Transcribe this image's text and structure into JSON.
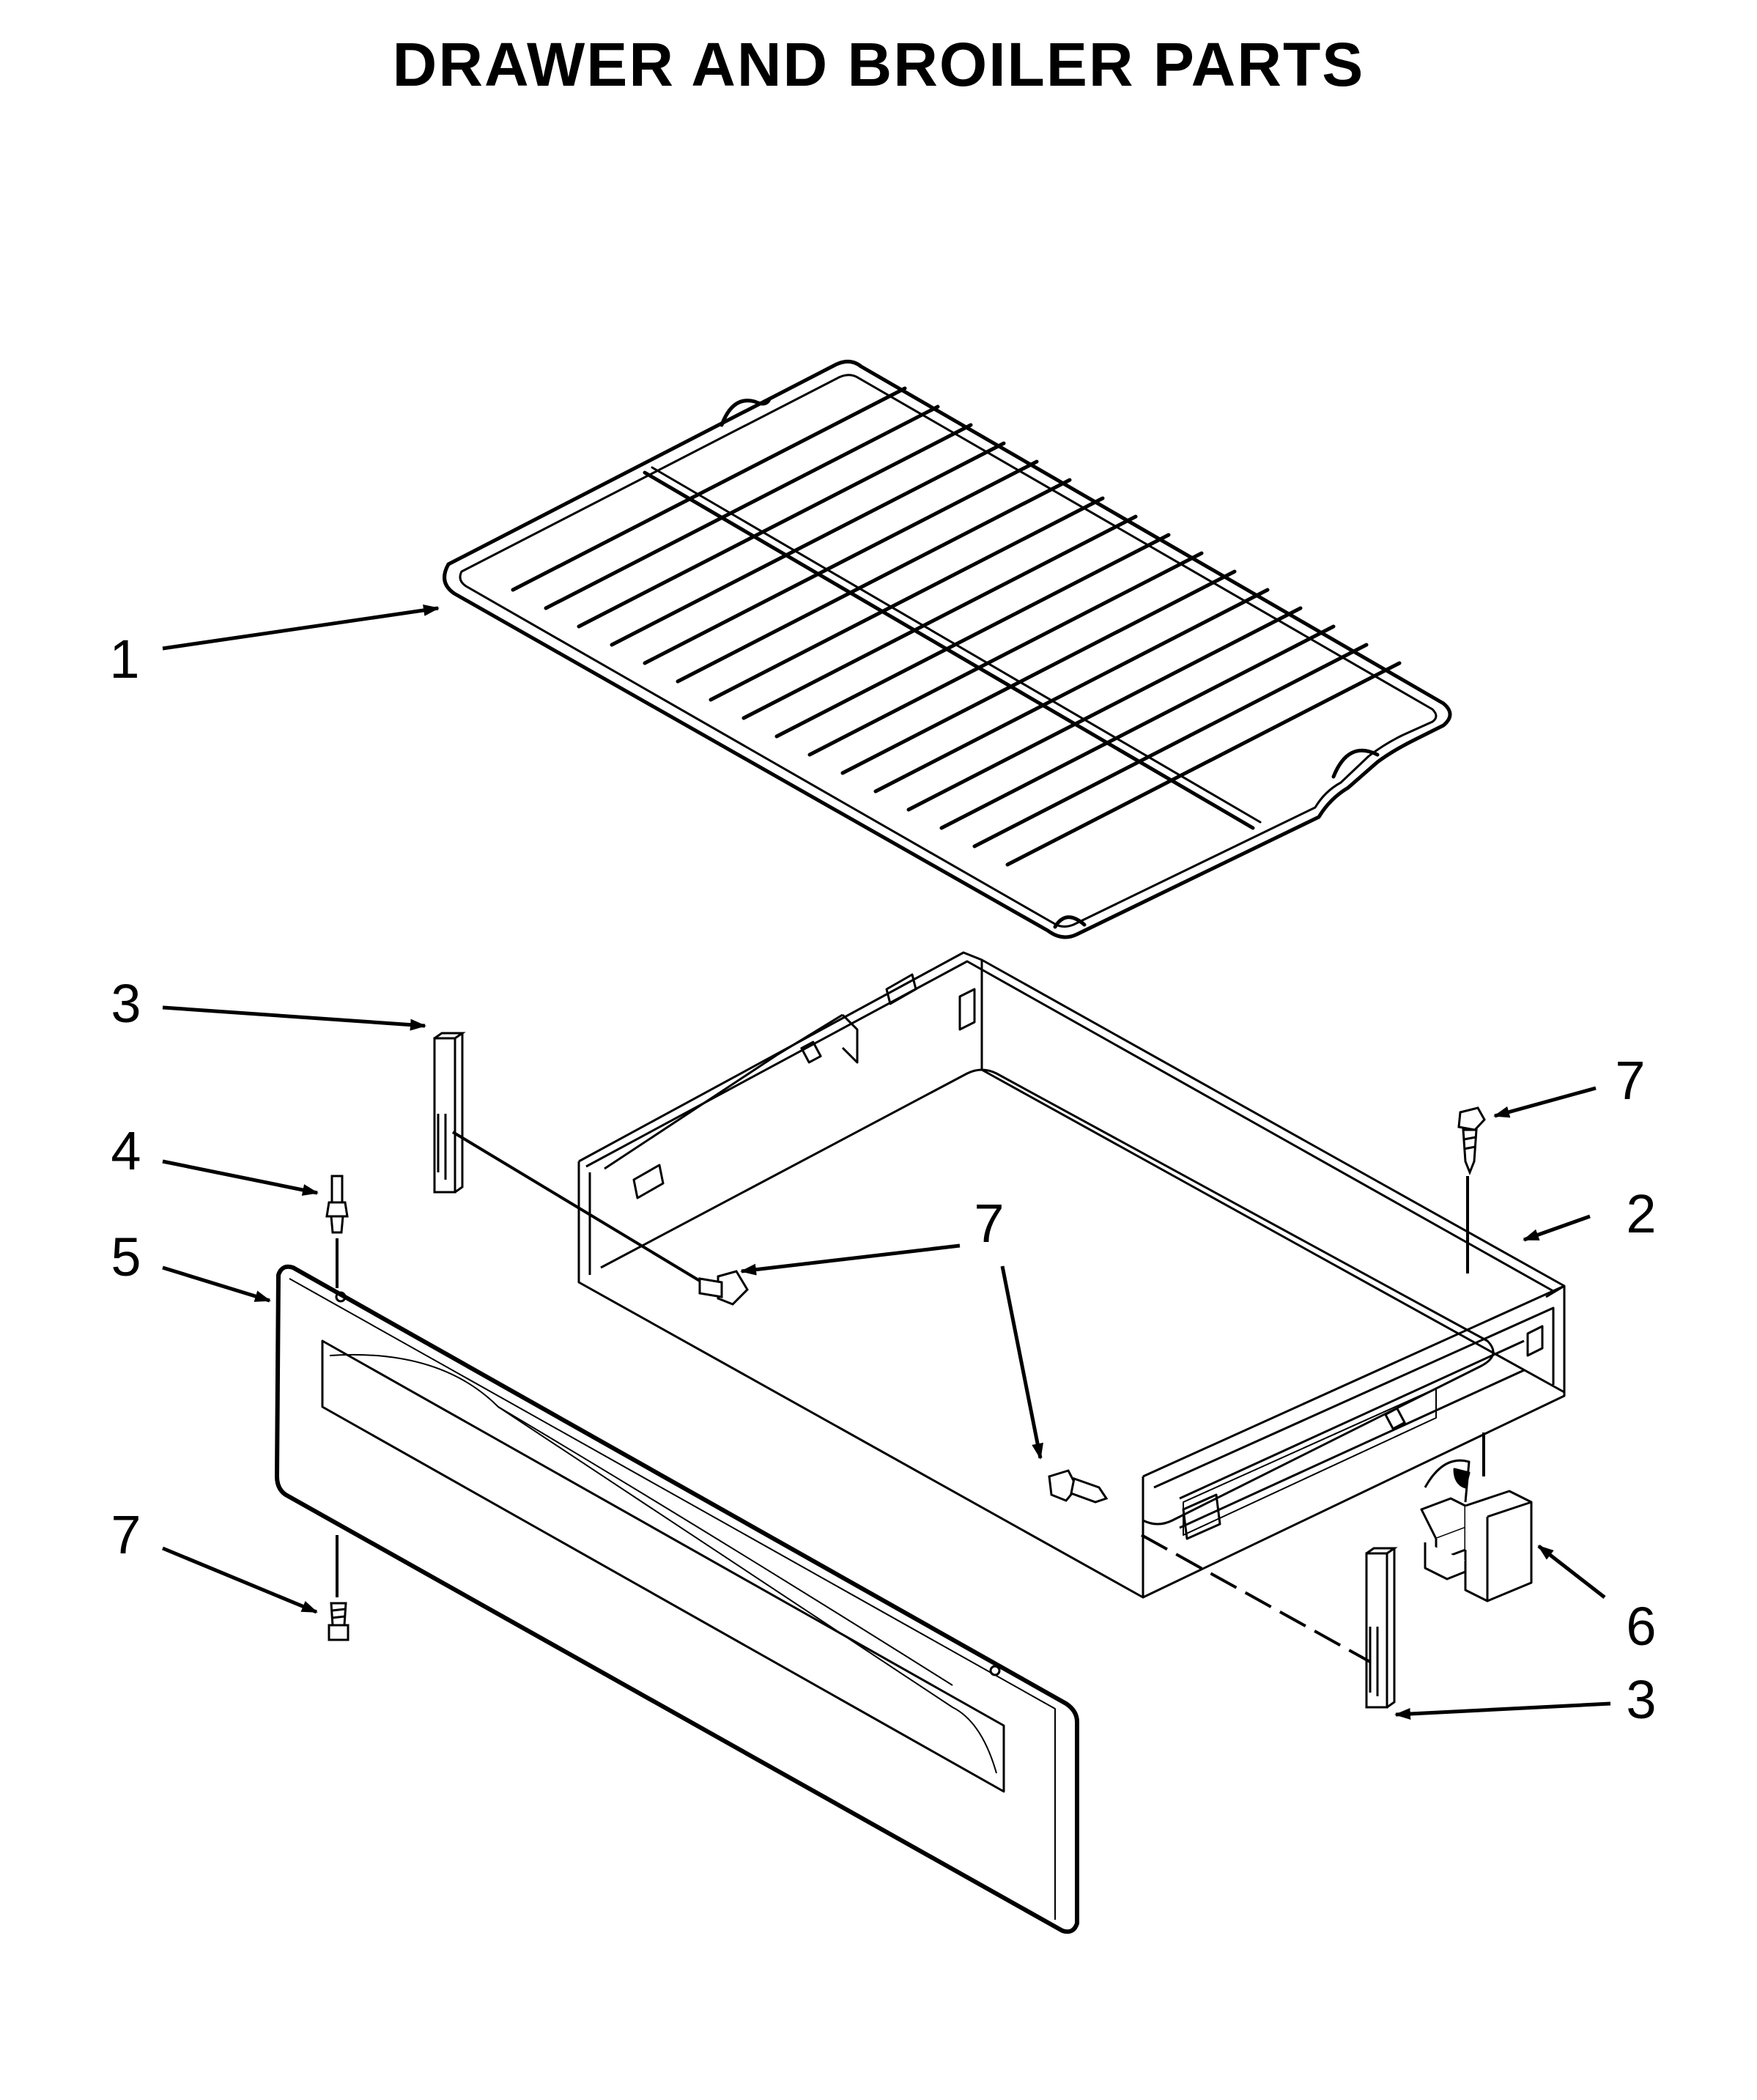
{
  "title": "DRAWER AND BROILER PARTS",
  "callouts": {
    "rack": "1",
    "drawer": "2",
    "slide_left": "3",
    "slide_right": "3",
    "stud": "4",
    "panel": "5",
    "bracket": "6",
    "screw_top_right": "7",
    "screw_center": "7",
    "screw_bottom_left": "7"
  }
}
